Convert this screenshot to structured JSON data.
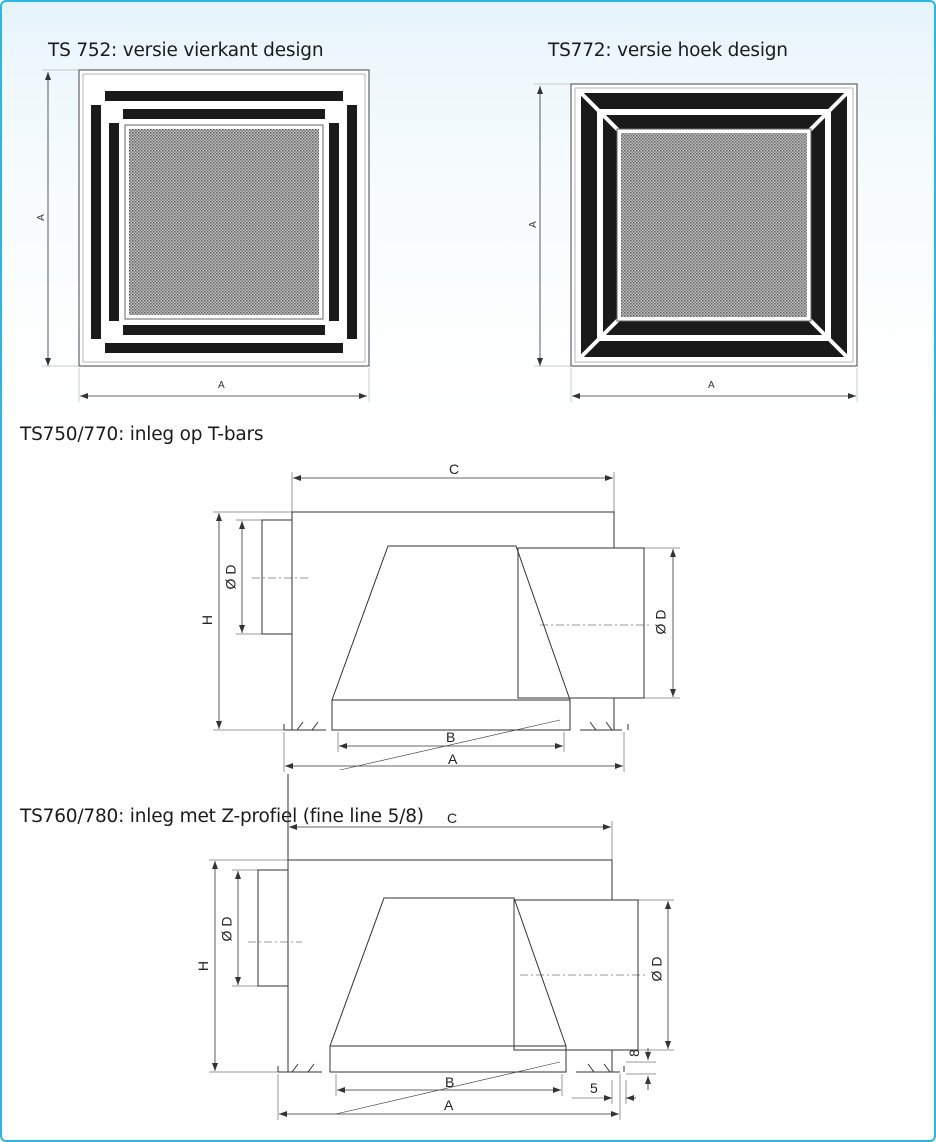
{
  "titles": {
    "ts752": "TS 752: versie vierkant design",
    "ts772": "TS772: versie hoek design",
    "ts750": "TS750/770: inleg op T-bars",
    "ts760": "TS760/780: inleg met Z-profiel (fine line 5/8)"
  },
  "plan_views": {
    "left": {
      "dim_vertical": "A",
      "dim_horizontal": "A"
    },
    "right": {
      "dim_vertical": "A",
      "dim_horizontal": "A"
    }
  },
  "section_t_bars": {
    "dim_c": "C",
    "dim_h": "H",
    "dim_d_left": "Ø D",
    "dim_d_right": "Ø D",
    "dim_b": "B",
    "dim_a": "A"
  },
  "section_z_profile": {
    "dim_c": "C",
    "dim_h": "H",
    "dim_d_left": "Ø D",
    "dim_d_right": "Ø D",
    "dim_b": "B",
    "dim_a": "A",
    "dim_5": "5",
    "dim_8": "8"
  }
}
